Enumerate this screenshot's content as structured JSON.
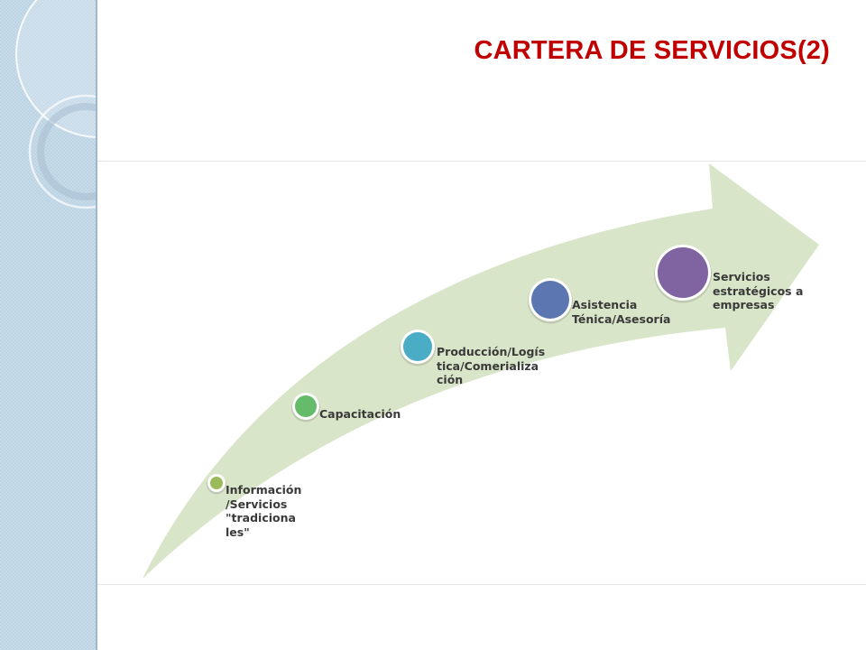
{
  "slide": {
    "title": "CARTERA DE SERVICIOS(2)"
  },
  "diagram": {
    "type": "process-arrow",
    "arrow_color": "#d9e5c8",
    "steps": [
      {
        "label": "Información\n/Servicios\n\"tradiciona\nles\"",
        "color": "#9bbb59"
      },
      {
        "label": "Capacitación",
        "color": "#66bb6a"
      },
      {
        "label": "Producción/Logís\ntica/Comerializa\nción",
        "color": "#4bacc6"
      },
      {
        "label": "Asistencia\nTénica/Asesoría",
        "color": "#5b76b0"
      },
      {
        "label": "Servicios\nestratégicos a\nempresas",
        "color": "#8064a2"
      }
    ]
  }
}
